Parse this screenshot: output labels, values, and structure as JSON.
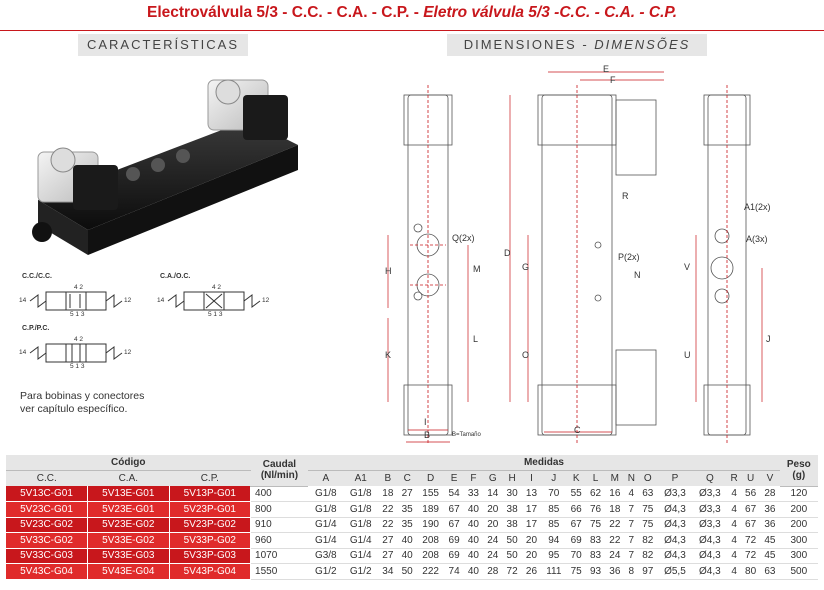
{
  "title": {
    "main": "Electroválvula 5/3 - C.C. - C.A. - C.P. - ",
    "italic": "Eletro válvula 5/3 -C.C. - C.A. - C.P."
  },
  "sections": {
    "characteristics": "CARACTERÍSTICAS",
    "dimensions_main": "DIMENSIONES - ",
    "dimensions_italic": "DIMENSÕES"
  },
  "schematics": [
    {
      "label": "C.C./C.C."
    },
    {
      "label": "C.A./O.C."
    },
    {
      "label": "C.P./P.C."
    }
  ],
  "schematic_ports": {
    "top": "4 2",
    "bottom": "5 1 3",
    "left": "14",
    "right": "12"
  },
  "note": {
    "line1": "Para bobinas y conectores",
    "line2": "ver capítulo específico."
  },
  "dimension_labels": {
    "E": "E",
    "F": "F",
    "R": "R",
    "D": "D",
    "G": "G",
    "O": "O",
    "C": "C",
    "H": "H",
    "M": "M",
    "K": "K",
    "L": "L",
    "I": "I",
    "B": "B",
    "Q": "Q(2x)",
    "P": "P(2x)",
    "N": "N",
    "A1": "A1(2x)",
    "A": "A(3x)",
    "V": "V",
    "U": "U",
    "J": "J",
    "tamano": "B=Tamaño"
  },
  "table": {
    "header": {
      "codigo": "Código",
      "caudal": "Caudal",
      "caudal_unit": "(Nl/min)",
      "medidas": "Medidas",
      "peso": "Peso",
      "peso_unit": "(g)",
      "cols": [
        "C.C.",
        "C.A.",
        "C.P."
      ],
      "dims": [
        "A",
        "A1",
        "B",
        "C",
        "D",
        "E",
        "F",
        "G",
        "H",
        "I",
        "J",
        "K",
        "L",
        "M",
        "N",
        "O",
        "P",
        "Q",
        "R",
        "U",
        "V"
      ]
    },
    "rows": [
      {
        "cc": "5V13C-G01",
        "ca": "5V13E-G01",
        "cp": "5V13P-G01",
        "caudal": "400",
        "m": [
          "G1/8",
          "G1/8",
          "18",
          "27",
          "155",
          "54",
          "33",
          "14",
          "30",
          "13",
          "70",
          "55",
          "62",
          "16",
          "4",
          "63",
          "Ø3,3",
          "Ø3,3",
          "4",
          "56",
          "28"
        ],
        "peso": "120"
      },
      {
        "cc": "5V23C-G01",
        "ca": "5V23E-G01",
        "cp": "5V23P-G01",
        "caudal": "800",
        "m": [
          "G1/8",
          "G1/8",
          "22",
          "35",
          "189",
          "67",
          "40",
          "20",
          "38",
          "17",
          "85",
          "66",
          "76",
          "18",
          "7",
          "75",
          "Ø4,3",
          "Ø3,3",
          "4",
          "67",
          "36"
        ],
        "peso": "200"
      },
      {
        "cc": "5V23C-G02",
        "ca": "5V23E-G02",
        "cp": "5V23P-G02",
        "caudal": "910",
        "m": [
          "G1/4",
          "G1/8",
          "22",
          "35",
          "190",
          "67",
          "40",
          "20",
          "38",
          "17",
          "85",
          "67",
          "75",
          "22",
          "7",
          "75",
          "Ø4,3",
          "Ø3,3",
          "4",
          "67",
          "36"
        ],
        "peso": "200"
      },
      {
        "cc": "5V33C-G02",
        "ca": "5V33E-G02",
        "cp": "5V33P-G02",
        "caudal": "960",
        "m": [
          "G1/4",
          "G1/4",
          "27",
          "40",
          "208",
          "69",
          "40",
          "24",
          "50",
          "20",
          "94",
          "69",
          "83",
          "22",
          "7",
          "82",
          "Ø4,3",
          "Ø4,3",
          "4",
          "72",
          "45"
        ],
        "peso": "300"
      },
      {
        "cc": "5V33C-G03",
        "ca": "5V33E-G03",
        "cp": "5V33P-G03",
        "caudal": "1070",
        "m": [
          "G3/8",
          "G1/4",
          "27",
          "40",
          "208",
          "69",
          "40",
          "24",
          "50",
          "20",
          "95",
          "70",
          "83",
          "24",
          "7",
          "82",
          "Ø4,3",
          "Ø4,3",
          "4",
          "72",
          "45"
        ],
        "peso": "300"
      },
      {
        "cc": "5V43C-G04",
        "ca": "5V43E-G04",
        "cp": "5V43P-G04",
        "caudal": "1550",
        "m": [
          "G1/2",
          "G1/2",
          "34",
          "50",
          "222",
          "74",
          "40",
          "28",
          "72",
          "26",
          "111",
          "75",
          "93",
          "36",
          "8",
          "97",
          "Ø5,5",
          "Ø4,3",
          "4",
          "80",
          "63"
        ],
        "peso": "500"
      }
    ]
  },
  "colors": {
    "brand_red": "#c8171c",
    "section_bg": "#e6e6e6"
  }
}
